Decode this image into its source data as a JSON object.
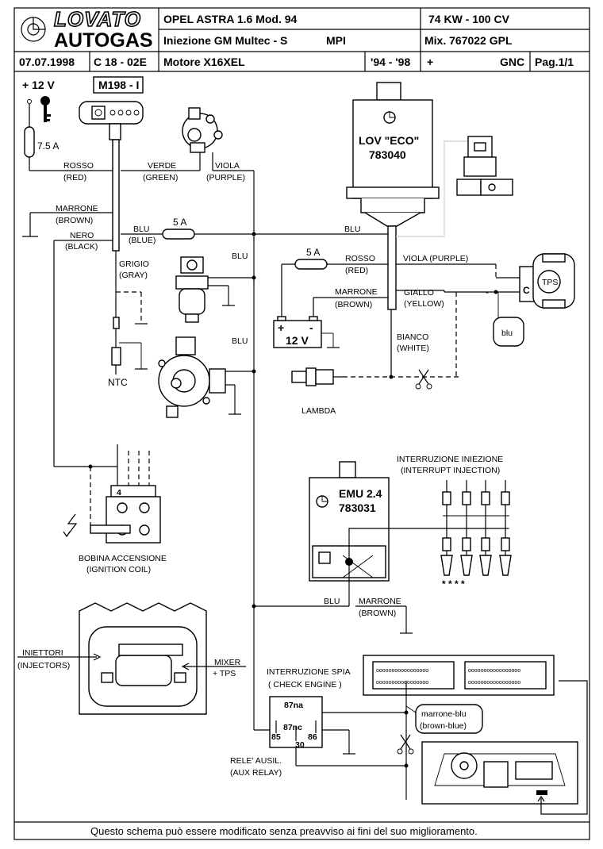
{
  "header": {
    "brand_line1": "LOVATO",
    "brand_line2": "AUTOGAS",
    "vehicle": "OPEL ASTRA  1.6   Mod. 94",
    "injection": "Iniezione GM Multec - S",
    "injection_type": "MPI",
    "power": "74 KW - 100 CV",
    "mixer": "Mix. 767022  GPL",
    "date": "07.07.1998",
    "code": "C 18 - 02E",
    "engine": "Motore  X16XEL",
    "years": "'94 - '98",
    "plus": "+",
    "gnc": "GNC",
    "page": "Pag.1/1"
  },
  "components": {
    "plus12v": "+ 12 V",
    "switch_code": "M198 - I",
    "fuse1": "7.5 A",
    "fuse2": "5 A",
    "fuse3": "5 A",
    "lov_eco_line1": "LOV \"ECO\"",
    "lov_eco_line2": "783040",
    "tps": "TPS",
    "tps_c": "C",
    "blu_box": "blu",
    "battery": "12 V",
    "battery_plus": "+",
    "battery_minus": "-",
    "ntc": "NTC",
    "lambda": "LAMBDA",
    "emu_line1": "EMU 2.4",
    "emu_line2": "783031",
    "interrupt_line1": "INTERRUZIONE INIEZIONE",
    "interrupt_line2": "(INTERRUPT INJECTION)",
    "coil_pin": "4",
    "coil_line1": "BOBINA ACCENSIONE",
    "coil_line2": "(IGNITION COIL)",
    "injectors_line1": "INIETTORI",
    "injectors_line2": "(INJECTORS)",
    "mixer_line1": "MIXER",
    "mixer_line2": "+ TPS",
    "check_line1": "INTERRUZIONE SPIA",
    "check_line2": "( CHECK ENGINE )",
    "relay_87na": "87na",
    "relay_87nc": "87nc",
    "relay_85": "85",
    "relay_86": "86",
    "relay_30": "30",
    "relay_line1": "RELE' AUSIL.",
    "relay_line2": "(AUX RELAY)",
    "brown_blue_line1": "marrone-blu",
    "brown_blue_line2": "(brown-blue)"
  },
  "wires": {
    "rosso": "ROSSO",
    "red": "(RED)",
    "verde": "VERDE",
    "green": "(GREEN)",
    "viola": "VIOLA",
    "purple": "(PURPLE)",
    "marrone": "MARRONE",
    "brown": "(BROWN)",
    "nero": "NERO",
    "black": "(BLACK)",
    "blu": "BLU",
    "blue": "(BLUE)",
    "grigio": "GRIGIO",
    "gray": "(GRAY)",
    "viola_purple": "VIOLA (PURPLE)",
    "giallo": "GIALLO",
    "yellow": "(YELLOW)",
    "bianco": "BIANCO",
    "white": "(WHITE)"
  },
  "footer": "Questo schema può essere modificato senza preavviso ai fini del suo miglioramento."
}
